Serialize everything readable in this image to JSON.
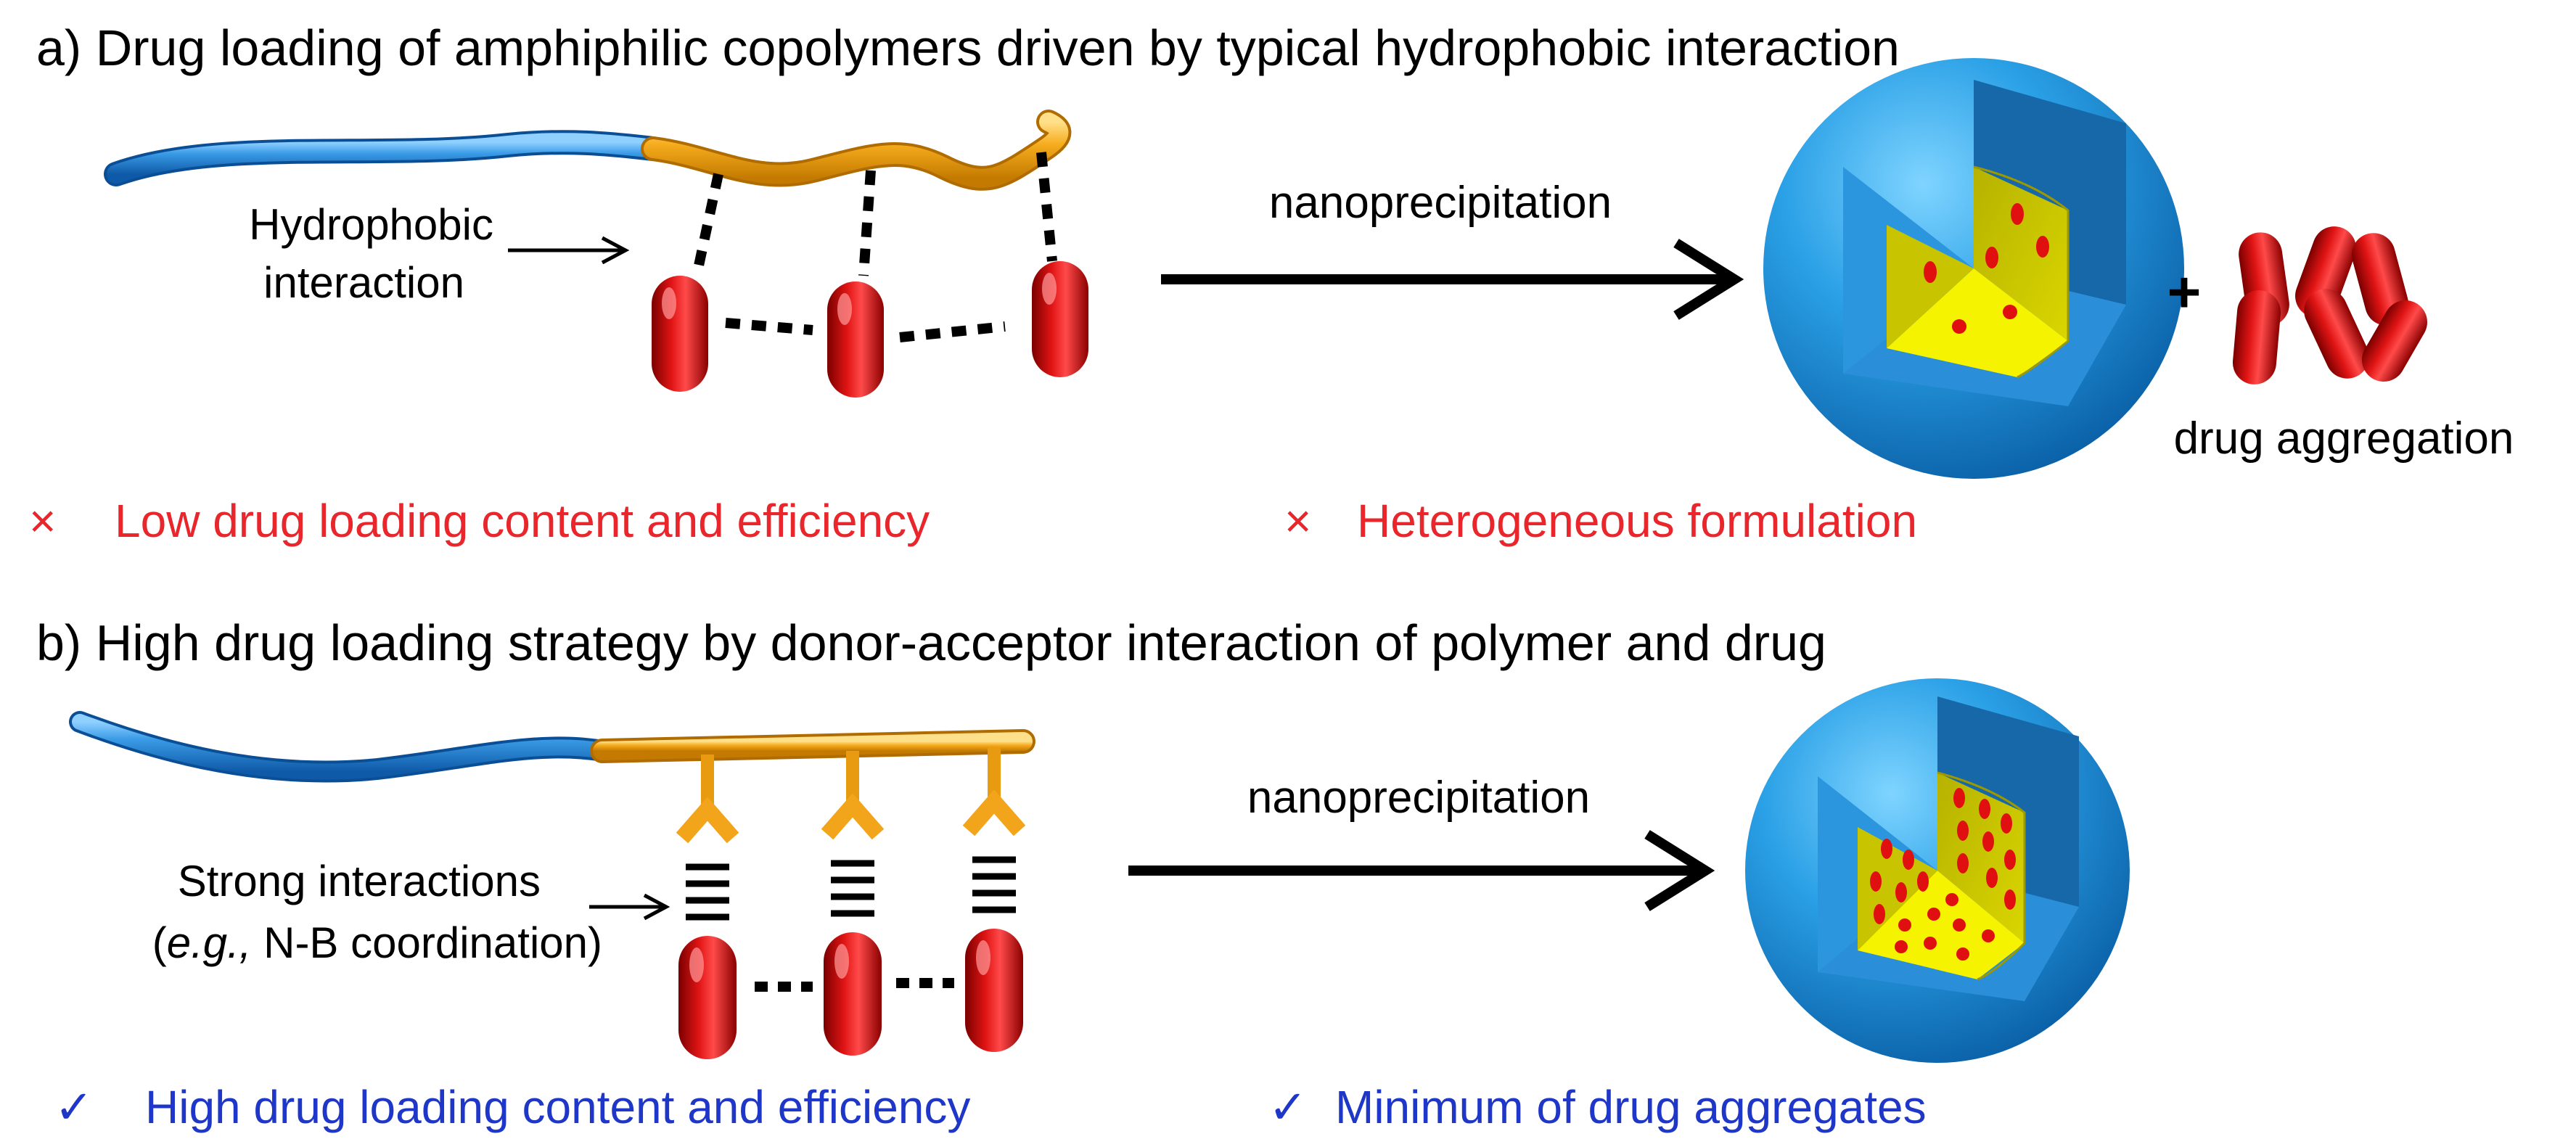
{
  "panel_a": {
    "title": "a) Drug loading of amphiphilic copolymers driven by typical hydrophobic interaction",
    "interaction_label_line1": "Hydrophobic",
    "interaction_label_line2": "interaction",
    "process_label": "nanoprecipitation",
    "plus_sign": "+",
    "aggregation_label": "drug aggregation",
    "con_1_mark": "×",
    "con_1_text": "Low drug loading  content and efficiency",
    "con_2_mark": "×",
    "con_2_text": "Heterogeneous formulation"
  },
  "panel_b": {
    "title": "b) High drug loading strategy by donor-acceptor interaction of polymer and drug",
    "interaction_label_line1": "Strong interactions",
    "interaction_label_line2_open": "(",
    "interaction_label_line2_italic": "e.g.,",
    "interaction_label_line2_rest": " N-B coordination)",
    "process_label": "nanoprecipitation",
    "pro_1_mark": "✓",
    "pro_1_text": "High drug loading  content and efficiency",
    "pro_2_mark": "✓",
    "pro_2_text": "Minimum of drug aggregates"
  },
  "colors": {
    "text": "#000000",
    "negative": "#e8262b",
    "positive": "#1f37c9",
    "hydrophilic_block": "#2e86d4",
    "hydrophobic_block": "#f2a51b",
    "drug": "#d40f0f",
    "micelle_shell": "#2a9fe0",
    "micelle_core": "#f2f000"
  }
}
